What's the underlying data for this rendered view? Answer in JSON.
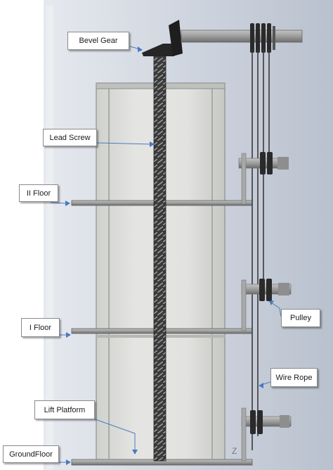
{
  "labels": {
    "bevel_gear": "Bevel Gear",
    "lead_screw": "Lead Screw",
    "second_floor": "II Floor",
    "first_floor": "I Floor",
    "lift_platform": "Lift Platform",
    "ground_floor": "GroundFloor",
    "pulley": "Pulley",
    "wire_rope": "Wire Rope"
  },
  "colors": {
    "background_left": "#ffffff",
    "background_panel": "#c9d0dc",
    "shaft_body": "#dcdedb",
    "steel": "#9a9a9a",
    "rope": "#3a3a3a",
    "arrow": "#4a7ac0",
    "screw": "#2e2e2e"
  },
  "icons": {
    "gear": "bevel-gear-icon",
    "pulley": "pulley-wheel-icon"
  }
}
